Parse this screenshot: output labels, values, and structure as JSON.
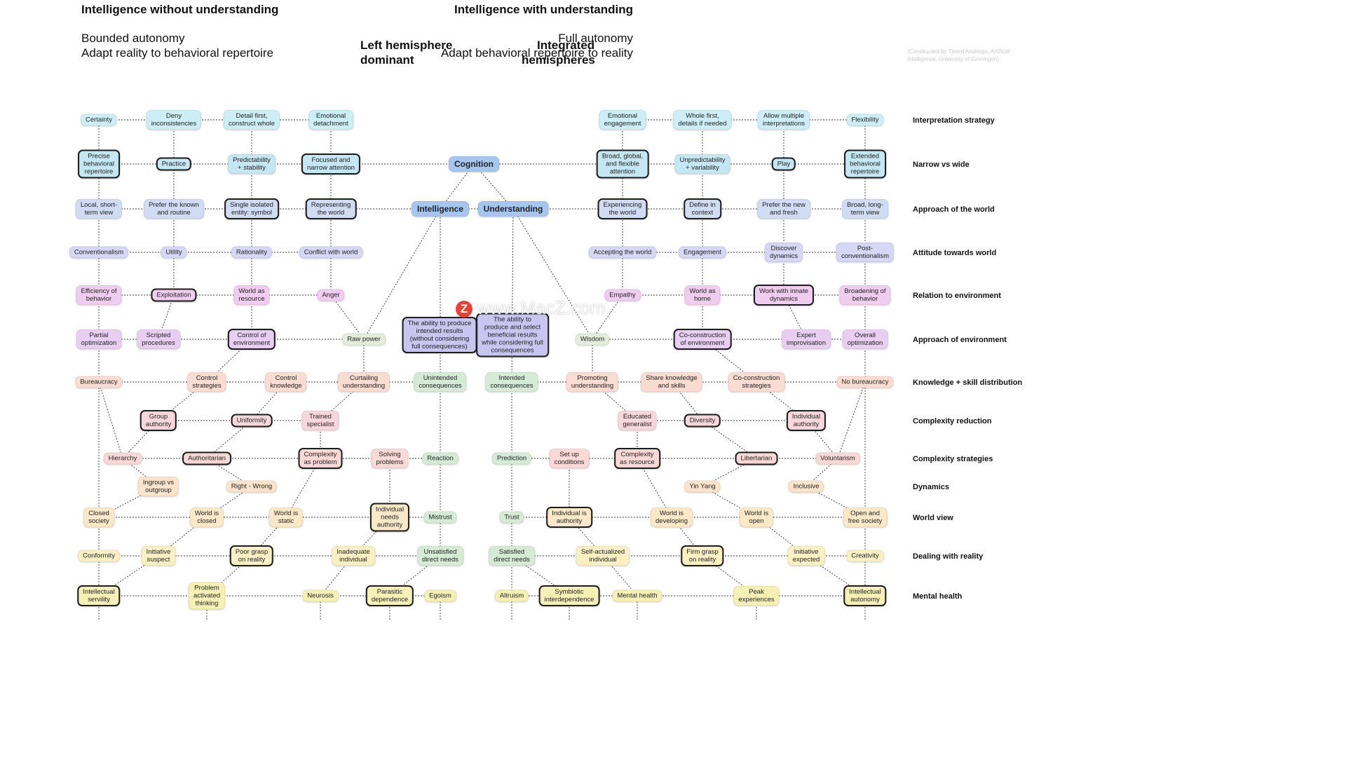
{
  "header": {
    "left_title": "Intelligence without understanding",
    "left_sub1": "Bounded autonomy",
    "left_sub2": "Adapt reality to behavioral repertoire",
    "mid_left_1": "Left hemisphere",
    "mid_left_2": "dominant",
    "mid_right_1": "Integrated",
    "mid_right_2": "hemispheres",
    "right_title": "Intelligence with understanding",
    "right_sub1": "Full autonomy",
    "right_sub2": "Adapt behavioral repertoire to reality",
    "credit": "(Constructed by Tjeerd Andringa, Artificial Intelligence, University of Groningen)"
  },
  "watermark": {
    "icon": "Z",
    "text": "www.MacZ.com"
  },
  "colors": {
    "row1": "#cdeef6",
    "row2": "#c5e6f3",
    "row3": "#cfdcf4",
    "row4": "#d6d6f5",
    "row5": "#f0cdf0",
    "row6": "#e8cff2",
    "row7": "#fbdcd2",
    "row8": "#f8d6dd",
    "row9": "#f9d8d6",
    "row10": "#fbe3cc",
    "row11": "#fbe8c8",
    "row12": "#fbf0c4",
    "row13": "#f6f0b6",
    "green": "#d6ebd6",
    "purple": "#c9c5f0",
    "blue_center": "#a6c6f0",
    "edge": "#333333"
  },
  "row_labels": [
    "Interpretation strategy",
    "Narrow vs wide",
    "Approach of the world",
    "Attitude towards world",
    "Relation to environment",
    "Approach of environment",
    "Knowledge + skill distribution",
    "Complexity reduction",
    "Complexity strategies",
    "Dynamics",
    "World view",
    "Dealing with reality",
    "Mental health"
  ],
  "nodes": [
    {
      "id": "certainty",
      "label": "Certainty"
    },
    {
      "id": "deny",
      "label": "Deny\ninconsistencies"
    },
    {
      "id": "detailfirst",
      "label": "Detail first,\nconstruct whole"
    },
    {
      "id": "emodetach",
      "label": "Emotional\ndetachment"
    },
    {
      "id": "emoengage",
      "label": "Emotional\nengagement"
    },
    {
      "id": "wholefirst",
      "label": "Whole first,\ndetails if needed"
    },
    {
      "id": "allowmulti",
      "label": "Allow multiple\ninterpretations"
    },
    {
      "id": "flexibility",
      "label": "Flexibility"
    },
    {
      "id": "precise",
      "label": "Precise\nbehavioral\nrepertoire"
    },
    {
      "id": "practice",
      "label": "Practice"
    },
    {
      "id": "predict",
      "label": "Predictability\n+ stability"
    },
    {
      "id": "focused",
      "label": "Focused and\nnarrow attention"
    },
    {
      "id": "cognition",
      "label": "Cognition"
    },
    {
      "id": "broad",
      "label": "Broad, global,\nand flexible\nattention"
    },
    {
      "id": "unpredict",
      "label": "Unpredictability\n+ variability"
    },
    {
      "id": "play",
      "label": "Play"
    },
    {
      "id": "extended",
      "label": "Extended\nbehavioral\nrepertoire"
    },
    {
      "id": "localshort",
      "label": "Local, short-\nterm view"
    },
    {
      "id": "preferknown",
      "label": "Prefer the known\nand routine"
    },
    {
      "id": "single",
      "label": "Single isolated\nentity: symbol"
    },
    {
      "id": "representing",
      "label": "Representing\nthe world"
    },
    {
      "id": "intelligence",
      "label": "Intelligence"
    },
    {
      "id": "understanding",
      "label": "Understanding"
    },
    {
      "id": "experiencing",
      "label": "Experiencing\nthe world"
    },
    {
      "id": "define",
      "label": "Define in\ncontext"
    },
    {
      "id": "prefernew",
      "label": "Prefer the new\nand fresh"
    },
    {
      "id": "broadlong",
      "label": "Broad, long-\nterm view"
    },
    {
      "id": "conventionalism",
      "label": "Conventionalism"
    },
    {
      "id": "utility",
      "label": "Utility"
    },
    {
      "id": "rationality",
      "label": "Rationality"
    },
    {
      "id": "conflict",
      "label": "Conflict with world"
    },
    {
      "id": "accepting",
      "label": "Accepting the world"
    },
    {
      "id": "engagement",
      "label": "Engagement"
    },
    {
      "id": "discover",
      "label": "Discover\ndynamics"
    },
    {
      "id": "postconv",
      "label": "Post-\nconventionalism"
    },
    {
      "id": "efficiency",
      "label": "Efficiency of\nbehavior"
    },
    {
      "id": "exploitation",
      "label": "Exploitation"
    },
    {
      "id": "worldresource",
      "label": "World as\nresource"
    },
    {
      "id": "anger",
      "label": "Anger"
    },
    {
      "id": "empathy",
      "label": "Empathy"
    },
    {
      "id": "worldhome",
      "label": "World as\nhome"
    },
    {
      "id": "workinnate",
      "label": "Work with innate\ndynamics"
    },
    {
      "id": "broadening",
      "label": "Broadening of\nbehavior"
    },
    {
      "id": "partial",
      "label": "Partial\noptimization"
    },
    {
      "id": "scripted",
      "label": "Scripted\nprocedures"
    },
    {
      "id": "controlenv",
      "label": "Control of\nenvironment"
    },
    {
      "id": "rawpower",
      "label": "Raw power"
    },
    {
      "id": "abilityL",
      "label": "The ability to produce\nintended results\n(without considering\nfull consequences)"
    },
    {
      "id": "abilityR",
      "label": "The ability to\nproduce and select\nbeneficial results\nwhile considering full\nconsequences"
    },
    {
      "id": "wisdom",
      "label": "Wisdom"
    },
    {
      "id": "coconstruction",
      "label": "Co-construction\nof environment"
    },
    {
      "id": "expert",
      "label": "Expert\nimprovisation"
    },
    {
      "id": "overall",
      "label": "Overall\noptimization"
    },
    {
      "id": "bureaucracy",
      "label": "Bureaucracy"
    },
    {
      "id": "controlstrat",
      "label": "Control\nstrategies"
    },
    {
      "id": "controlknow",
      "label": "Control\nknowledge"
    },
    {
      "id": "curtailing",
      "label": "Curtailing\nunderstanding"
    },
    {
      "id": "unintended",
      "label": "Unintended\nconsequences"
    },
    {
      "id": "intended",
      "label": "Intended\nconsequences"
    },
    {
      "id": "promoting",
      "label": "Promoting\nunderstanding"
    },
    {
      "id": "shareknow",
      "label": "Share knowledge\nand skills"
    },
    {
      "id": "costrat",
      "label": "Co-construction\nstrategies"
    },
    {
      "id": "nobureau",
      "label": "No bureaucracy"
    },
    {
      "id": "groupauth",
      "label": "Group\nauthority"
    },
    {
      "id": "uniformity",
      "label": "Uniformity"
    },
    {
      "id": "trained",
      "label": "Trained\nspecialist"
    },
    {
      "id": "educated",
      "label": "Educated\ngeneralist"
    },
    {
      "id": "diversity",
      "label": "Diversity"
    },
    {
      "id": "indauth",
      "label": "Individual\nauthority"
    },
    {
      "id": "hierarchy",
      "label": "Hierarchy"
    },
    {
      "id": "authoritarian",
      "label": "Authoritarian"
    },
    {
      "id": "complexproblem",
      "label": "Complexity\nas problem"
    },
    {
      "id": "solving",
      "label": "Solving\nproblems"
    },
    {
      "id": "reaction",
      "label": "Reaction"
    },
    {
      "id": "prediction",
      "label": "Prediction"
    },
    {
      "id": "setup",
      "label": "Set up\nconditions"
    },
    {
      "id": "complexresource",
      "label": "Complexity\nas resource"
    },
    {
      "id": "libertarian",
      "label": "Libertarian"
    },
    {
      "id": "voluntarism",
      "label": "Voluntarism"
    },
    {
      "id": "ingroup",
      "label": "Ingroup vs\noutgroup"
    },
    {
      "id": "rightwrong",
      "label": "Right - Wrong"
    },
    {
      "id": "yinyang",
      "label": "Yin Yang"
    },
    {
      "id": "inclusive",
      "label": "Inclusive"
    },
    {
      "id": "closedsoc",
      "label": "Closed\nsociety"
    },
    {
      "id": "worldclosed",
      "label": "World is\nclosed"
    },
    {
      "id": "worldstatic",
      "label": "World is\nstatic"
    },
    {
      "id": "indneeds",
      "label": "Individual\nneeds\nauthority"
    },
    {
      "id": "mistrust",
      "label": "Mistrust"
    },
    {
      "id": "trust",
      "label": "Trust"
    },
    {
      "id": "indisauth",
      "label": "Individual is\nauthority"
    },
    {
      "id": "worlddev",
      "label": "World is\ndeveloping"
    },
    {
      "id": "worldopen",
      "label": "World is\nopen"
    },
    {
      "id": "opensoc",
      "label": "Open and\nfree society"
    },
    {
      "id": "conformity",
      "label": "Conformity"
    },
    {
      "id": "initsuspect",
      "label": "Initiative\nsuspect"
    },
    {
      "id": "poorgrasp",
      "label": "Poor grasp\non reality"
    },
    {
      "id": "inadequate",
      "label": "Inadequate\nindividual"
    },
    {
      "id": "unsatisfied",
      "label": "Unsatisfied\ndirect needs"
    },
    {
      "id": "satisfied",
      "label": "Satisfied\ndirect needs"
    },
    {
      "id": "selfactual",
      "label": "Self-actualized\nindividual"
    },
    {
      "id": "firmgrasp",
      "label": "Firm grasp\non reality"
    },
    {
      "id": "initexpected",
      "label": "Initiative\nexpected"
    },
    {
      "id": "creativity",
      "label": "Creativity"
    },
    {
      "id": "intservility",
      "label": "Intellectual\nservility"
    },
    {
      "id": "problemthink",
      "label": "Problem\nactivated\nthinking"
    },
    {
      "id": "neurosis",
      "label": "Neurosis"
    },
    {
      "id": "parasitic",
      "label": "Parasitic\ndependence"
    },
    {
      "id": "egoism",
      "label": "Egoism"
    },
    {
      "id": "altruism",
      "label": "Altruism"
    },
    {
      "id": "symbiotic",
      "label": "Symbiotic\ninterdependence"
    },
    {
      "id": "mentalhealth",
      "label": "Mental health"
    },
    {
      "id": "peak",
      "label": "Peak\nexperiences"
    },
    {
      "id": "intautonomy",
      "label": "Intellectual\nautonomy"
    }
  ]
}
